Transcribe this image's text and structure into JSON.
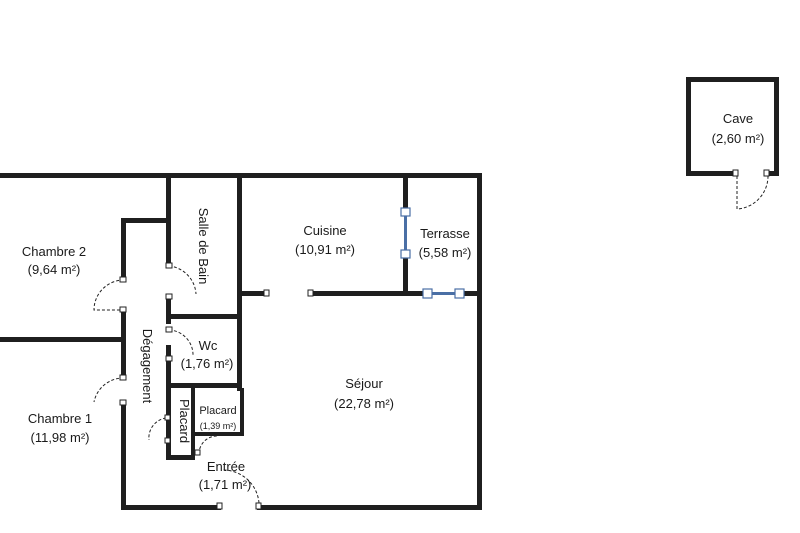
{
  "rooms": {
    "chambre2": {
      "name": "Chambre 2",
      "area": "(9,64 m²)"
    },
    "chambre1": {
      "name": "Chambre 1",
      "area": "(11,98 m²)"
    },
    "sdb": {
      "name": "Salle de Bain"
    },
    "degagement": {
      "name": "Dégagement"
    },
    "wc": {
      "name": "Wc",
      "area": "(1,76 m²)"
    },
    "placard_small": {
      "name": "Placard"
    },
    "placard": {
      "name": "Placard",
      "area": "(1,39 m²)"
    },
    "cuisine": {
      "name": "Cuisine",
      "area": "(10,91 m²)"
    },
    "terrasse": {
      "name": "Terrasse",
      "area": "(5,58 m²)"
    },
    "sejour": {
      "name": "Séjour",
      "area": "(22,78 m²)"
    },
    "entree": {
      "name": "Entrée",
      "area": "(1,71 m²)"
    },
    "cave": {
      "name": "Cave",
      "area": "(2,60 m²)"
    }
  }
}
